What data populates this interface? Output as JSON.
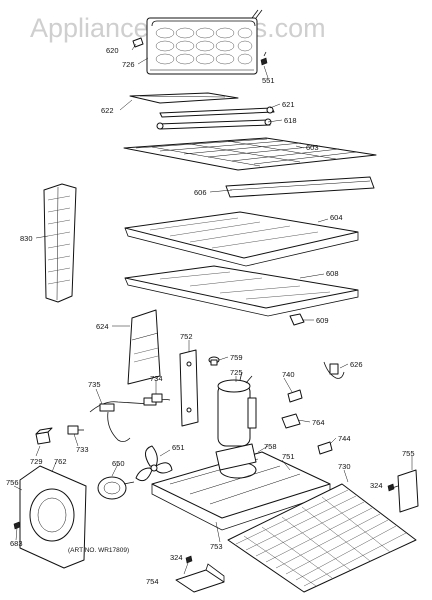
{
  "watermark": "AppliancePartsPros.com",
  "art_number": "(ART NO. WR17809)",
  "callouts": {
    "c620": "620",
    "c726": "726",
    "c551": "551",
    "c622": "622",
    "c621": "621",
    "c618": "618",
    "c603": "603",
    "c606": "606",
    "c830": "830",
    "c604": "604",
    "c608": "608",
    "c609": "609",
    "c624": "624",
    "c752": "752",
    "c759": "759",
    "c626": "626",
    "c735": "735",
    "c734": "734",
    "c725": "725",
    "c740": "740",
    "c764": "764",
    "c733": "733",
    "c651": "651",
    "c758": "758",
    "c744": "744",
    "c729": "729",
    "c762": "762",
    "c650": "650",
    "c751": "751",
    "c730": "730",
    "c755": "755",
    "c756": "756",
    "c324a": "324",
    "c683": "683",
    "c753": "753",
    "c324b": "324",
    "c754": "754"
  }
}
